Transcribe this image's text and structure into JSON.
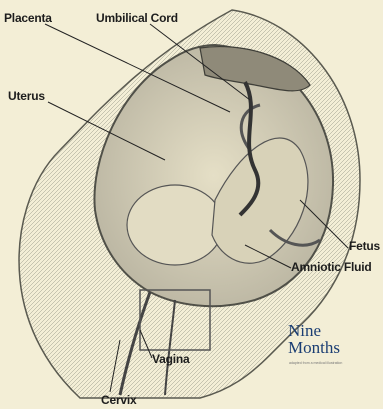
{
  "labels": {
    "placenta": "Placenta",
    "umbilical_cord": "Umbilical Cord",
    "uterus": "Uterus",
    "fetus": "Fetus",
    "amniotic_fluid": "Amniotic Fluid",
    "vagina": "Vagina",
    "cervix": "Cervix"
  },
  "title": {
    "line1": "Nine",
    "line2": "Months"
  },
  "caption": "adapted from a medical illustration",
  "colors": {
    "background": "#f3eed6",
    "title": "#1b3e73",
    "label": "#1d1d1d",
    "illustration_line": "#4a4a4a"
  }
}
